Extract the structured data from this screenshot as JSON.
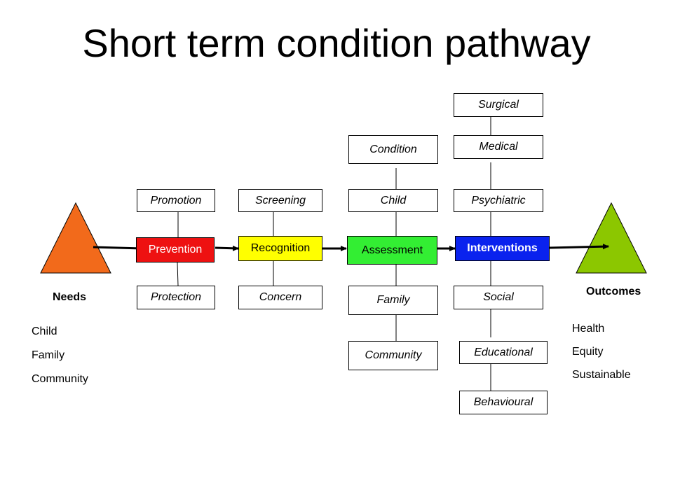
{
  "title": "Short term condition pathway",
  "needs": {
    "heading": "Needs",
    "items": [
      "Child",
      "Family",
      "Community"
    ],
    "color": "#f26a1b"
  },
  "outcomes": {
    "heading": "Outcomes",
    "items": [
      "Health",
      "Equity",
      "Sustainable"
    ],
    "color": "#8cc700"
  },
  "stages": {
    "prevention": {
      "label": "Prevention",
      "color": "#ee1111",
      "above": [
        "Promotion"
      ],
      "below": [
        "Protection"
      ]
    },
    "recognition": {
      "label": "Recognition",
      "color": "#ffff00",
      "above": [
        "Screening"
      ],
      "below": [
        "Concern"
      ]
    },
    "assessment": {
      "label": "Assessment",
      "color": "#33ee33",
      "above": [
        "Condition",
        "Child"
      ],
      "below": [
        "Family",
        "Community"
      ]
    },
    "interventions": {
      "label": "Interventions",
      "color": "#0a22ee",
      "above": [
        "Surgical",
        "Medical",
        "Psychiatric"
      ],
      "below": [
        "Social",
        "Educational",
        "Behavioural"
      ]
    }
  }
}
